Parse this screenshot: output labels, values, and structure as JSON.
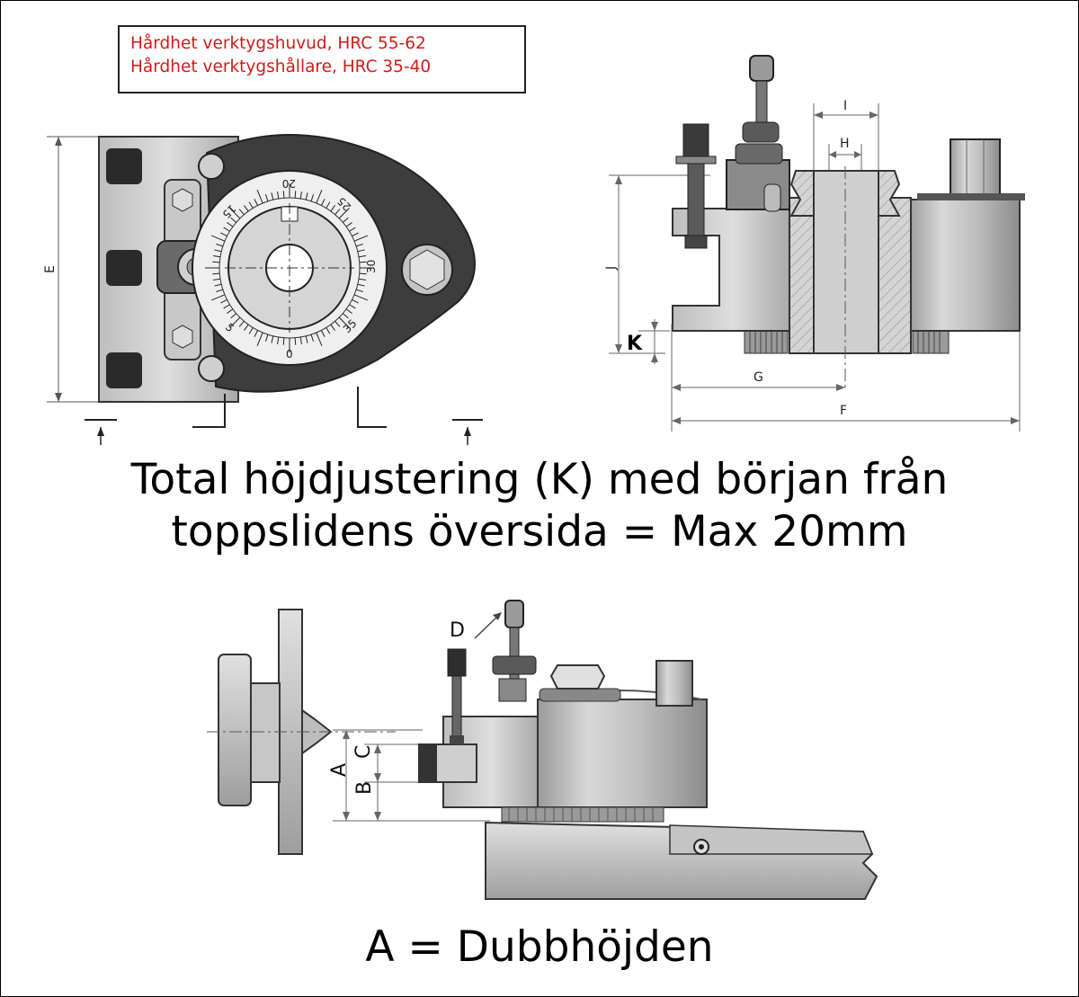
{
  "note": {
    "line1": "Hårdhet verktygshuvud, HRC 55-62",
    "line2": "Hårdhet verktygshållare, HRC 35-40"
  },
  "caption_main": {
    "line1": "Total höjdjustering (K) med början från",
    "line2": "toppslidens översida = Max 20mm"
  },
  "caption_bottom": "A = Dubbhöjden",
  "dims_top_left": {
    "E": "E"
  },
  "dims_top_right": {
    "I": "I",
    "H": "H",
    "J": "J",
    "K": "K",
    "G": "G",
    "F": "F"
  },
  "dims_bottom": {
    "A": "A",
    "B": "B",
    "C": "C",
    "D": "D"
  },
  "dial_numbers": [
    "20",
    "15",
    "25",
    "30",
    "35",
    "0",
    "5"
  ],
  "colors": {
    "note_text": "#d11a1a",
    "metal_light": "#cfcfcf",
    "metal_mid": "#a9a9a9",
    "metal_dark": "#555555"
  }
}
